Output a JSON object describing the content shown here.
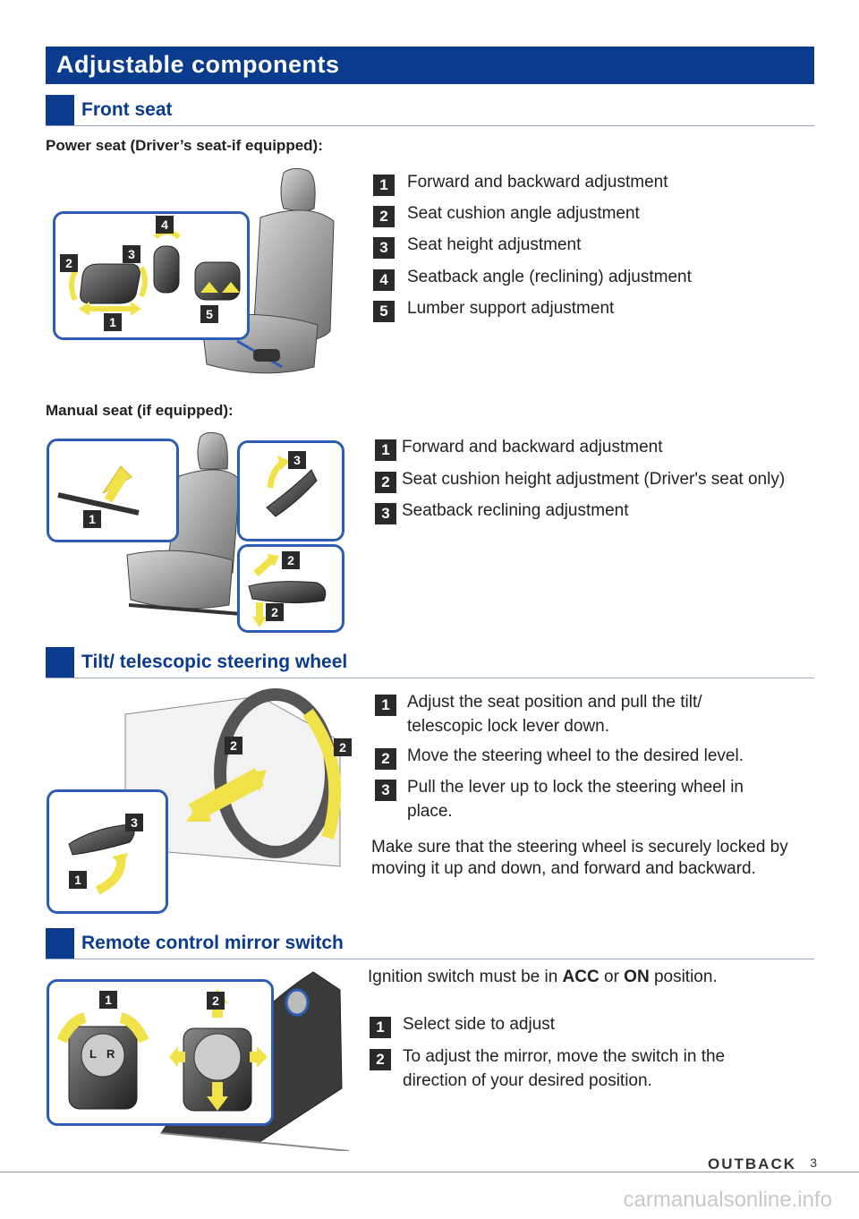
{
  "page_title": "Adjustable components",
  "sections": {
    "front_seat": "Front seat",
    "steering": "Tilt/ telescopic steering wheel",
    "mirror": "Remote control mirror switch"
  },
  "power_seat": {
    "heading": "Power seat (Driver’s seat-if equipped):",
    "items": [
      {
        "n": "1",
        "text": "Forward and backward adjustment"
      },
      {
        "n": "2",
        "text": "Seat cushion angle adjustment"
      },
      {
        "n": "3",
        "text": "Seat height adjustment"
      },
      {
        "n": "4",
        "text": "Seatback angle (reclining) adjustment"
      },
      {
        "n": "5",
        "text": "Lumber support adjustment"
      }
    ]
  },
  "manual_seat": {
    "heading": "Manual seat (if equipped):",
    "items": [
      {
        "n": "1",
        "text": "Forward and backward adjustment"
      },
      {
        "n": "2",
        "text": "Seat cushion height adjustment (Driver's seat only)"
      },
      {
        "n": "3",
        "text": "Seatback reclining adjustment"
      }
    ]
  },
  "steering": {
    "items": [
      {
        "n": "1",
        "text": "Adjust the seat position and pull the tilt/ telescopic lock lever down."
      },
      {
        "n": "2",
        "text": "Move the steering wheel to the desired level."
      },
      {
        "n": "3",
        "text": "Pull the lever up to lock the steering wheel in place."
      }
    ],
    "note": "Make sure that the steering wheel is securely locked by moving it up and down, and forward and backward."
  },
  "mirror": {
    "intro_pre": "Ignition switch must be in ",
    "intro_acc": "ACC",
    "intro_or": " or ",
    "intro_on": "ON",
    "intro_post": " position.",
    "items": [
      {
        "n": "1",
        "text": "Select side to adjust"
      },
      {
        "n": "2",
        "text": "To adjust the mirror, move the switch in the direction of your desired position."
      }
    ],
    "knob_l": "L",
    "knob_r": "R"
  },
  "figure_tags": {
    "power": [
      "1",
      "2",
      "3",
      "4",
      "5"
    ],
    "manual": [
      "1",
      "2",
      "2",
      "3"
    ],
    "steer": [
      "2",
      "2",
      "3",
      "1"
    ],
    "mirror": [
      "1",
      "2"
    ]
  },
  "footer": {
    "brand": "OUTBACK",
    "page": "3",
    "watermark": "carmanualsonline.info"
  },
  "colors": {
    "navy": "#0b3b8c",
    "callout_border": "#2d5eb3",
    "arrow": "#f2e24a",
    "badge": "#2a2a2a"
  }
}
